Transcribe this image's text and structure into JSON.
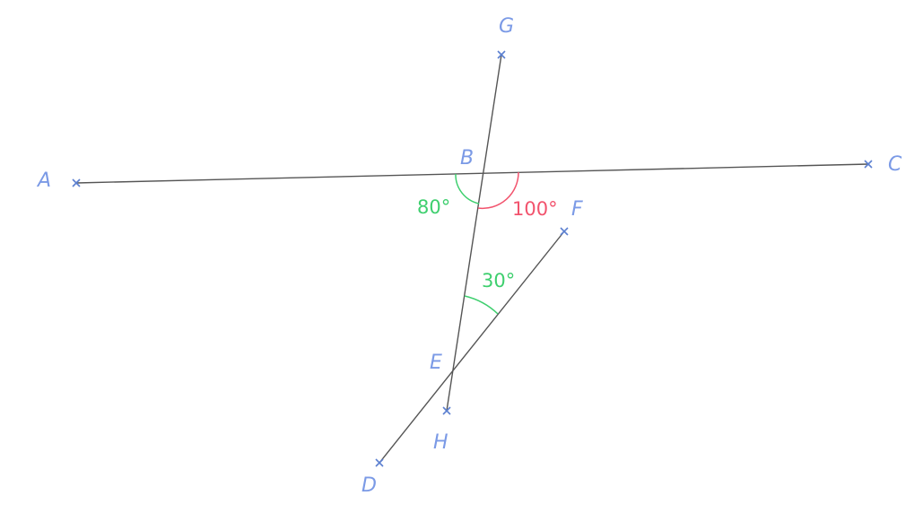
{
  "points": {
    "A": "A",
    "B": "B",
    "C": "C",
    "D": "D",
    "E": "E",
    "F": "F",
    "G": "G",
    "H": "H"
  },
  "angles": {
    "angle_ABH": "80°",
    "angle_HBC": "100°",
    "angle_GEF": "30°"
  },
  "colors": {
    "point": "#7b9ae6",
    "line": "#555555",
    "green": "#3ecf6e",
    "red": "#f2536d"
  }
}
